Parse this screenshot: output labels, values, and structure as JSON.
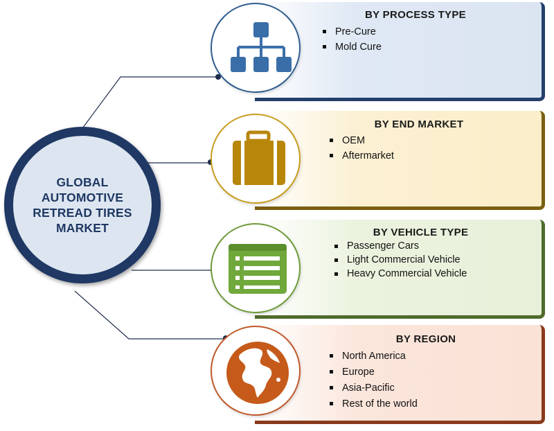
{
  "center": {
    "title": "GLOBAL AUTOMOTIVE RETREAD TIRES MARKET"
  },
  "segments": [
    {
      "heading": "BY PROCESS TYPE",
      "icon": "hierarchy-icon",
      "color": "#3a6ea8",
      "items": [
        "Pre-Cure",
        "Mold Cure"
      ]
    },
    {
      "heading": "BY END MARKET",
      "icon": "briefcase-icon",
      "color": "#b8860b",
      "items": [
        "OEM",
        "Aftermarket"
      ]
    },
    {
      "heading": "BY VEHICLE TYPE",
      "icon": "list-window-icon",
      "color": "#70a83b",
      "items": [
        "Passenger Cars",
        "Light Commercial Vehicle",
        "Heavy Commercial Vehicle"
      ]
    },
    {
      "heading": "BY REGION",
      "icon": "globe-icon",
      "color": "#c55a1a",
      "items": [
        "North America",
        "Europe",
        "Asia-Pacific",
        "Rest of the world"
      ]
    }
  ]
}
